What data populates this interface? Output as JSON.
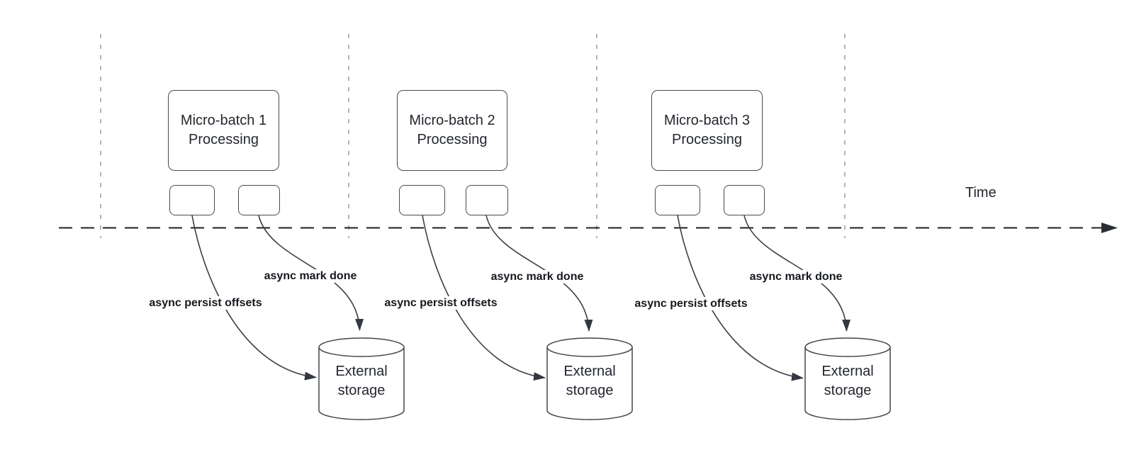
{
  "diagram": {
    "time_axis": {
      "label": "Time"
    },
    "groups": [
      {
        "box_title_line1": "Micro-batch 1",
        "box_title_line2": "Processing",
        "persist_label": "async persist offsets",
        "mark_done_label": "async mark done",
        "storage_line1": "External",
        "storage_line2": "storage"
      },
      {
        "box_title_line1": "Micro-batch 2",
        "box_title_line2": "Processing",
        "persist_label": "async persist offsets",
        "mark_done_label": "async mark done",
        "storage_line1": "External",
        "storage_line2": "storage"
      },
      {
        "box_title_line1": "Micro-batch 3",
        "box_title_line2": "Processing",
        "persist_label": "async persist offsets",
        "mark_done_label": "async mark done",
        "storage_line1": "External",
        "storage_line2": "storage"
      }
    ]
  },
  "colors": {
    "background": "#ffffff",
    "timeline": "#1f1f1f",
    "gridline": "#9b9b9b",
    "curve": "#3a3e48",
    "box_border": "#474b52",
    "text": "#23272f",
    "label_bold": "#15181d"
  }
}
